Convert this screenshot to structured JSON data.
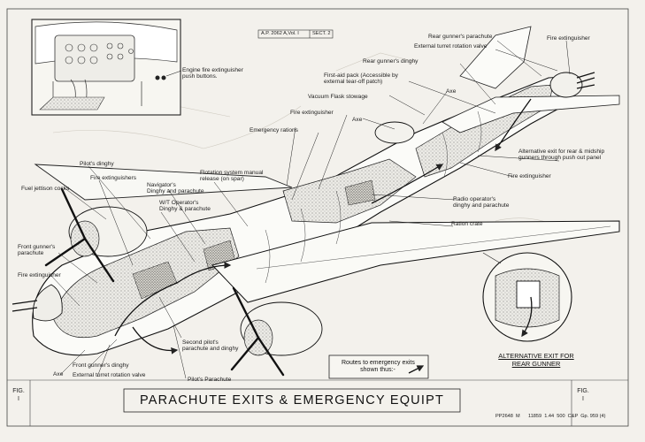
{
  "header": {
    "ref": "A.P. 2062 A,Vol. I",
    "sect": "SECT. 2"
  },
  "title": "PARACHUTE EXITS & EMERGENCY EQUIPT",
  "fig_left": "FIG.\nI",
  "fig_right": "FIG.\nI",
  "routes_note": "Routes to emergency exits\nshown thus:-",
  "alt_exit_caption": "ALTERNATIVE EXIT FOR\nREAR GUNNER",
  "footer_print": "PP2648  M      11859  1.44  500  C&P  Gp. 959 (4)",
  "labels": {
    "engine_fire_buttons": "Engine fire extinguisher\npush buttons.",
    "rear_gunner_parachute": "Rear gunner's parachute",
    "external_turret_valve_top": "External turret rotation valve",
    "rear_gunner_dinghy": "Rear gunner's dinghy",
    "first_aid_pack": "First-aid pack (Accessible by\nexternal tear-off patch)",
    "vacuum_flask": "Vacuum Flask stowage",
    "axe_top": "Axe",
    "axe_mid": "Axe",
    "fire_ext_top_right": "Fire extinguisher",
    "fire_ext_mid_top": "Fire extinguisher",
    "emergency_rations": "Emergency rations",
    "alt_exit_midship": "Alternative exit for rear & midship\ngunners through push out panel",
    "fire_ext_right": "Fire extinguisher",
    "radio_operator": "Radio operator's\ndinghy and parachute",
    "ration_crate": "Ration crate",
    "flotation_release": "Flotation system manual\nrelease (on spar)",
    "pilots_dinghy": "Pilot's dinghy",
    "fire_extinguishers": "Fire extinguishers",
    "fuel_jettison": "Fuel jettison cocks",
    "navigators": "Navigator's\nDinghy and parachute",
    "wt_operators": "W/T Operator's\nDinghy & parachute",
    "front_gunner_parachute": "Front gunner's\nparachute",
    "fire_ext_left": "Fire extinguisher",
    "second_pilot": "Second pilot's\nparachute and dinghy",
    "front_gunner_dinghy": "Front gunner's dinghy",
    "external_turret_valve_bottom": "External turret rotation valve",
    "axe_bottom": "Axe",
    "pilots_parachute": "Pilot's Parachute"
  }
}
